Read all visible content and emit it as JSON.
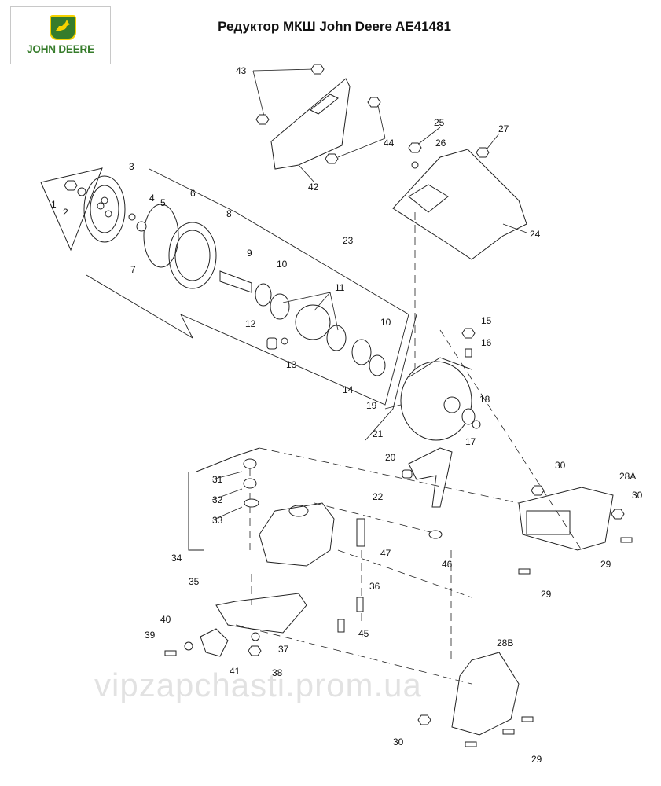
{
  "title": "Редуктор МКШ John Deere AE41481",
  "logo": {
    "text": "JOHN DEERE",
    "brand_color": "#367c2b",
    "accent_color": "#f5d200"
  },
  "watermark": "vipzapchasti.prom.ua",
  "callouts": [
    "1",
    "2",
    "3",
    "4",
    "5",
    "6",
    "7",
    "8",
    "9",
    "10",
    "10",
    "11",
    "12",
    "13",
    "14",
    "15",
    "16",
    "17",
    "18",
    "19",
    "20",
    "21",
    "22",
    "23",
    "24",
    "25",
    "26",
    "27",
    "28A",
    "28B",
    "29",
    "29",
    "29",
    "30",
    "30",
    "30",
    "31",
    "32",
    "33",
    "34",
    "35",
    "36",
    "37",
    "38",
    "39",
    "40",
    "41",
    "42",
    "43",
    "44",
    "45",
    "46",
    "47"
  ]
}
